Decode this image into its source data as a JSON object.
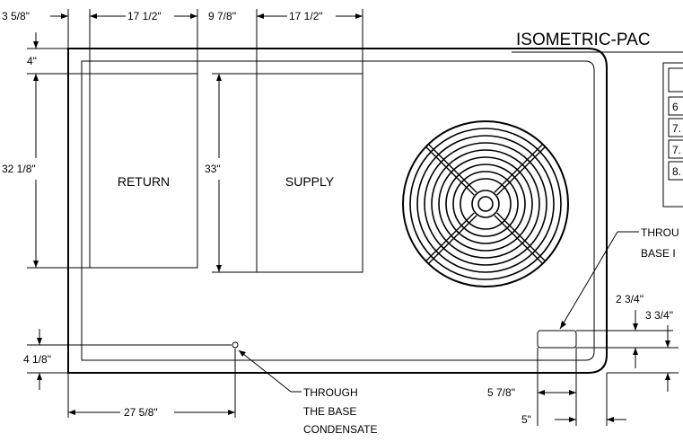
{
  "title": "ISOMETRIC-PAC",
  "openings": {
    "return_label": "RETURN",
    "supply_label": "SUPPLY"
  },
  "dimensions": {
    "top_left": "3 5/8\"",
    "return_width": "17 1/2\"",
    "gap_between": "9 7/8\"",
    "supply_width": "17 1/2\"",
    "top_offset": "4\"",
    "return_height": "32 1/8\"",
    "supply_height": "33\"",
    "bottom_offset": "4 1/8\"",
    "condensate_x": "27 5/8\"",
    "knockout_height": "2 3/4\"",
    "knockout_offset": "3 3/4\"",
    "knockout_x1": "5 7/8\"",
    "knockout_x2": "5\""
  },
  "callouts": {
    "condensate": [
      "THROUGH",
      "THE BASE",
      "CONDENSATE"
    ],
    "base_knockout": [
      "THROU",
      "BASE I"
    ]
  },
  "table": {
    "rows": [
      "6",
      "7.",
      "7.",
      "8."
    ]
  }
}
